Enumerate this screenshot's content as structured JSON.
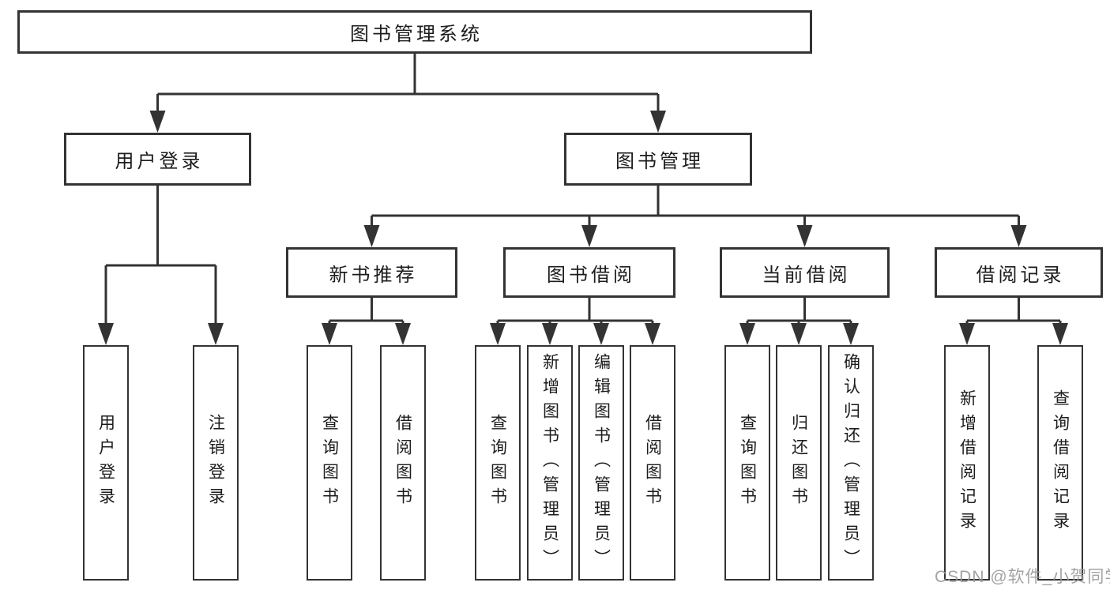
{
  "diagram": {
    "type": "hierarchy-tree",
    "colors": {
      "line": "#333333",
      "box_border": "#333333",
      "text": "#1c1c1c",
      "watermark": "#969696",
      "background": "#ffffff"
    }
  },
  "nodes": {
    "root": "图书管理系统",
    "user_login": "用户登录",
    "book_mgmt": "图书管理",
    "new_rec": "新书推荐",
    "book_borrow": "图书借阅",
    "current_borrow": "当前借阅",
    "borrow_records": "借阅记录",
    "leaf_user_login": "用户登录",
    "leaf_logout": "注销登录",
    "leaf_query_book_1": "查询图书",
    "leaf_borrow_book_1": "借阅图书",
    "leaf_query_book_2": "查询图书",
    "leaf_add_book": "新增图书（管理员）",
    "leaf_edit_book": "编辑图书（管理员）",
    "leaf_borrow_book_2": "借阅图书",
    "leaf_query_book_3": "查询图书",
    "leaf_return_book": "归还图书",
    "leaf_confirm_return": "确认归还（管理员）",
    "leaf_add_record": "新增借阅记录",
    "leaf_query_record": "查询借阅记录"
  },
  "watermark": "CSDN @软件_小贺同学"
}
